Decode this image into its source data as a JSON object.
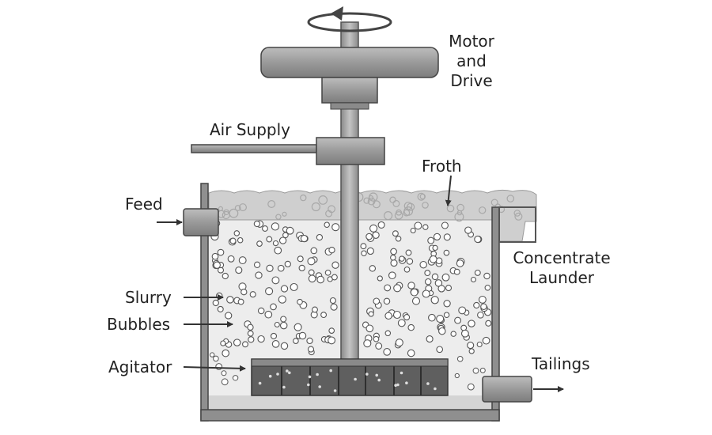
{
  "labels": {
    "motor_line1": "Motor",
    "motor_line2": "and",
    "motor_line3": "Drive",
    "air_supply": "Air Supply",
    "froth": "Froth",
    "feed": "Feed",
    "concentrate_line1": "Concentrate",
    "concentrate_line2": "Launder",
    "slurry": "Slurry",
    "bubbles": "Bubbles",
    "agitator": "Agitator",
    "tailings": "Tailings"
  },
  "colors": {
    "part_fill": "#9a9a9a",
    "part_dark": "#6a6a6a",
    "outline": "#444444",
    "slurry_fill": "#ededed",
    "froth_fill": "#cfcfcf",
    "text": "#222222"
  }
}
